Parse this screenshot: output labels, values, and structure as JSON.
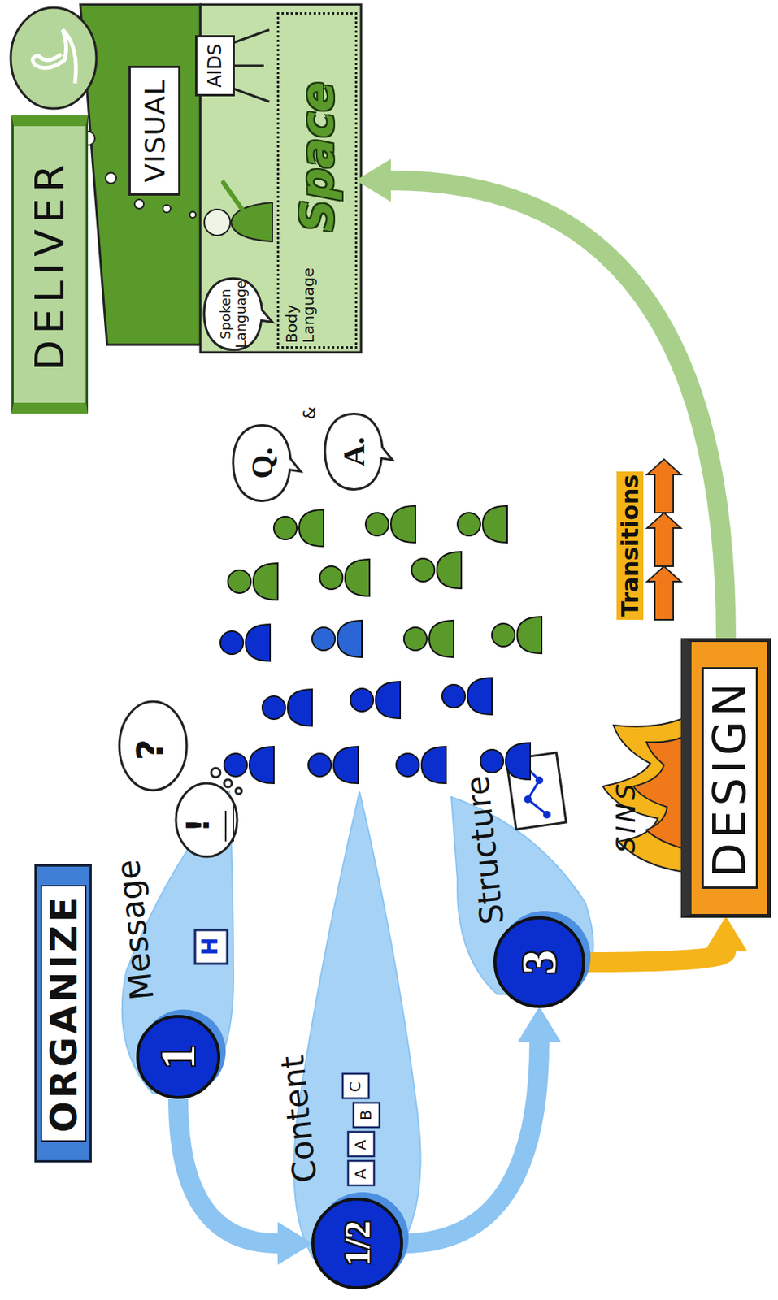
{
  "diagram": {
    "nodes": [
      {
        "text": [
          "ORGANIZE"
        ]
      },
      {
        "text": [
          "1",
          "Message"
        ]
      },
      {
        "text": [
          "1/2",
          "Content"
        ]
      },
      {
        "text": [
          "3",
          "Structure"
        ]
      },
      {
        "text": [
          "Q."
        ]
      },
      {
        "text": [
          "A."
        ]
      },
      {
        "text": [
          "DESIGN"
        ]
      },
      {
        "text": [
          "DELIVER"
        ]
      },
      {
        "text": [
          "Spoken Language"
        ]
      },
      {
        "text": [
          "VISUAL"
        ]
      },
      {
        "text": [
          "AIDS"
        ]
      },
      {
        "text": [
          "Space"
        ]
      }
    ],
    "edges": [
      {
        "from": 1,
        "to": 2,
        "arrow": "to"
      },
      {
        "from": 2,
        "to": 3,
        "arrow": "to"
      },
      {
        "from": 3,
        "to": 6,
        "arrow": "to"
      },
      {
        "from": 6,
        "to": 11,
        "arrow": "to"
      }
    ],
    "labels": [
      "&",
      "?",
      "!",
      "H",
      "A",
      "A",
      "B",
      "C",
      "SINS",
      "Transitions",
      "Body Language"
    ]
  }
}
